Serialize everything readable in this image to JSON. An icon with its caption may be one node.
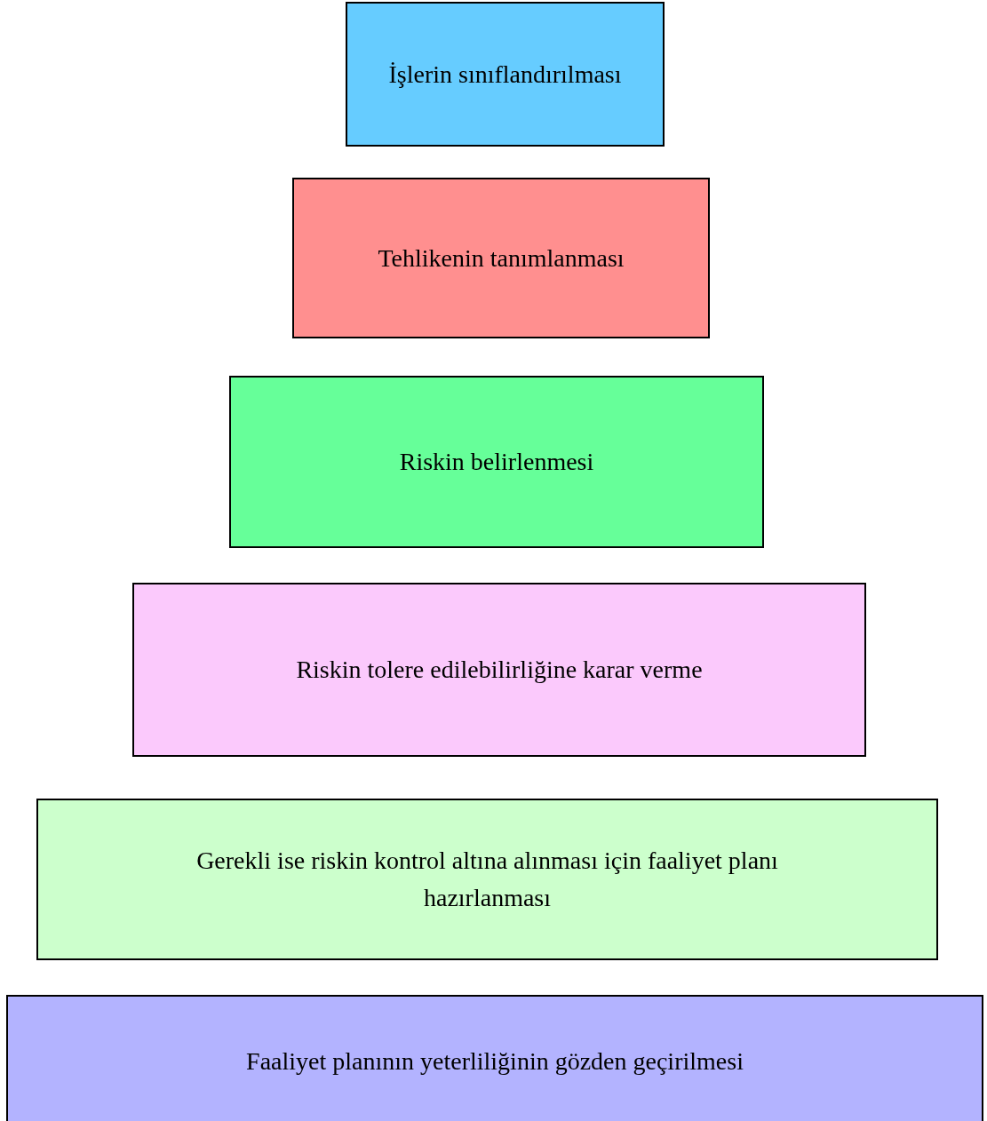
{
  "diagram": {
    "nodes": [
      {
        "text": [
          "İşlerin sınıflandırılması"
        ]
      },
      {
        "text": [
          "Tehlikenin tanımlanması"
        ]
      },
      {
        "text": [
          "Riskin belirlenmesi"
        ]
      },
      {
        "text": [
          "Riskin tolere edilebilirliğine karar verme"
        ]
      },
      {
        "text": [
          "Gerekli ise riskin kontrol altına alınması için faaliyet planı hazırlanması"
        ]
      },
      {
        "text": [
          "Faaliyet planının yeterliliğinin gözden geçirilmesi"
        ]
      }
    ],
    "edges": []
  }
}
